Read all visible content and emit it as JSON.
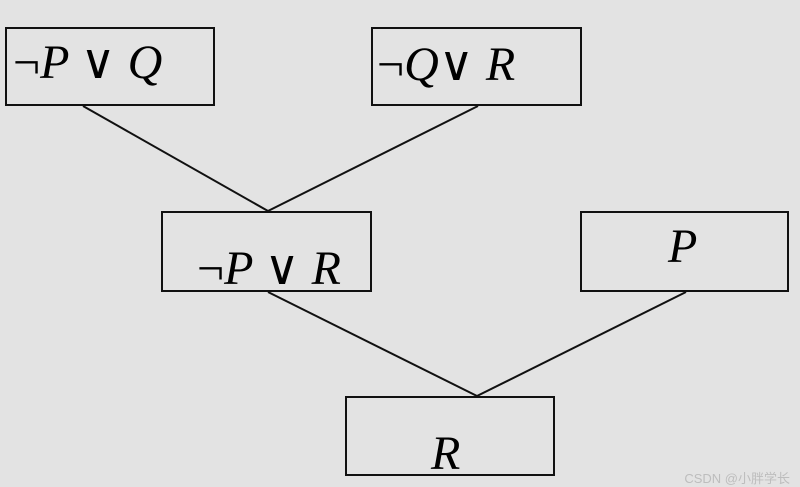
{
  "diagram": {
    "nodes": [
      {
        "id": "node-a",
        "neg": "¬",
        "left": "P",
        "op": "∨",
        "right": "Q"
      },
      {
        "id": "node-b",
        "neg": "¬",
        "left": "Q",
        "op": "∨",
        "right": "R"
      },
      {
        "id": "node-c",
        "neg": "¬",
        "left": "P",
        "op": "∨",
        "right": "R"
      },
      {
        "id": "node-d",
        "neg": "",
        "left": "P",
        "op": "",
        "right": ""
      },
      {
        "id": "node-e",
        "neg": "",
        "left": "R",
        "op": "",
        "right": ""
      }
    ],
    "edges": [
      {
        "from": "node-a",
        "to": "node-c"
      },
      {
        "from": "node-b",
        "to": "node-c"
      },
      {
        "from": "node-c",
        "to": "node-e"
      },
      {
        "from": "node-d",
        "to": "node-e"
      }
    ]
  },
  "watermark": "CSDN @小胖学长"
}
